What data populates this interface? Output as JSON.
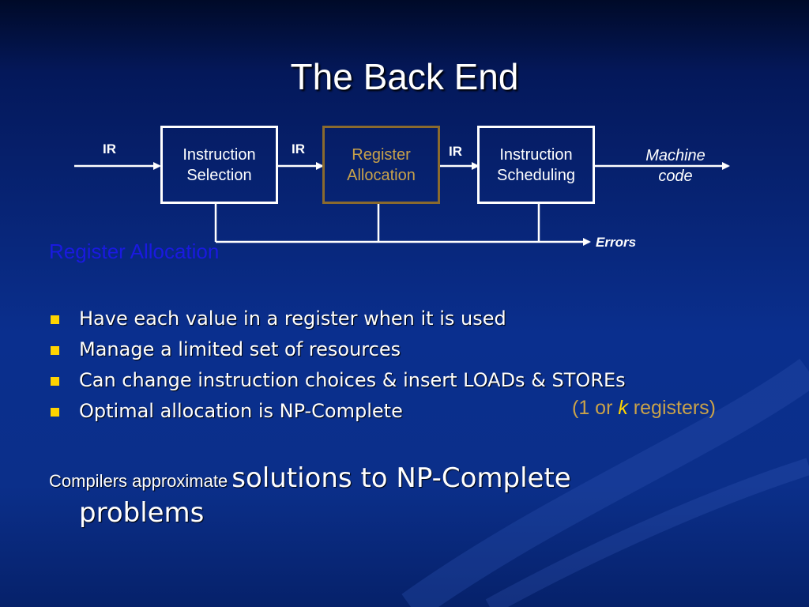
{
  "title": "The Back End",
  "diagram": {
    "boxes": [
      {
        "label": "Instruction\nSelection"
      },
      {
        "label": "Register\nAllocation"
      },
      {
        "label": "Instruction\nScheduling"
      }
    ],
    "ir_labels": [
      "IR",
      "IR",
      "IR"
    ],
    "output_label": "Machine\ncode",
    "errors_label": "Errors",
    "colors": {
      "highlight": "#8a6a2e",
      "highlight_text": "#c9a24a",
      "line": "#ffffff"
    }
  },
  "subheading": "Register Allocation",
  "bullets": [
    "Have each value in a register when it is used",
    "Manage a limited set of resources",
    "Can change instruction choices & insert LOADs & STOREs",
    "Optimal allocation is NP-Complete"
  ],
  "np_note": {
    "open": "(1 or ",
    "k": "k",
    "close": " registers)"
  },
  "conclusion": {
    "small": "Compilers approximate",
    "big": "solutions to NP-Complete",
    "line2": "problems"
  }
}
